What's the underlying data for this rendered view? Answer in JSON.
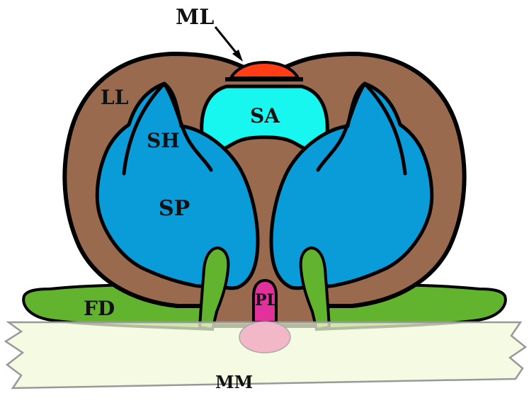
{
  "labels": {
    "ml": "ML",
    "ll": "LL",
    "sa": "SA",
    "sh": "SH",
    "sp": "SP",
    "fd": "FD",
    "pl": "PL",
    "mm": "MM"
  },
  "colors": {
    "lateral_lobe": "#9a6a4e",
    "median_lobe": "#ff3d14",
    "saccus": "#17f7f0",
    "sperm_pump": "#0a9bd9",
    "fold": "#62b42f",
    "posterior_lobe": "#e3319c",
    "membrane": "#f2f8d8",
    "outline": "#000000"
  }
}
